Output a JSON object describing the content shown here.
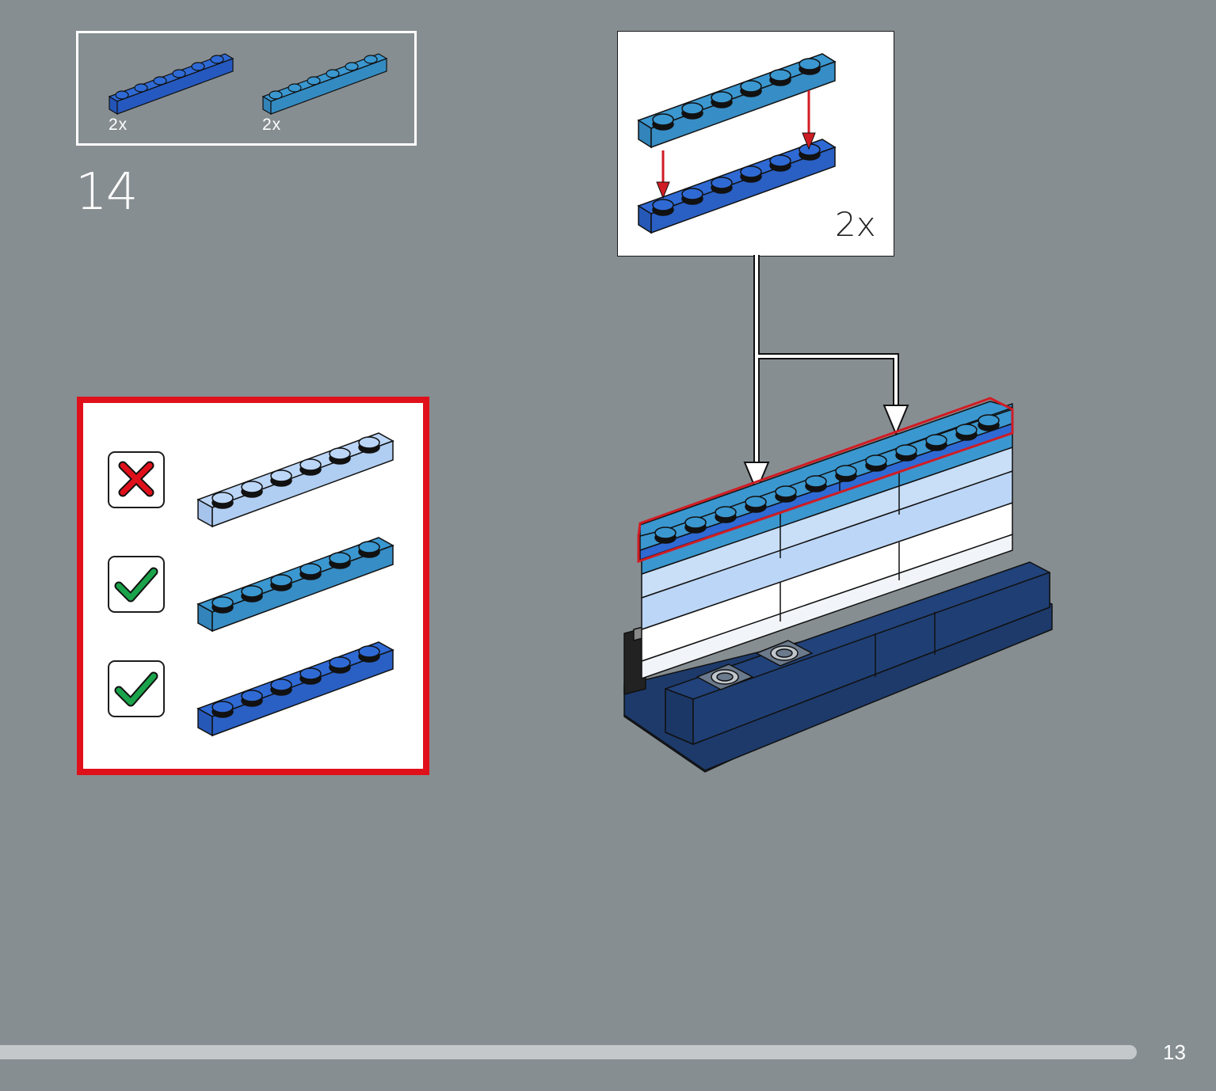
{
  "parts_list": {
    "items": [
      {
        "count": "2x",
        "color": "#2f6ad4",
        "part": "plate-1x6-blue"
      },
      {
        "count": "2x",
        "color": "#3b97cf",
        "part": "plate-1x6-medium-blue"
      }
    ]
  },
  "step": {
    "number": "14"
  },
  "color_check": {
    "rows": [
      {
        "status": "incorrect",
        "icon": "red-cross-icon",
        "plate_color": "#bcd6f7"
      },
      {
        "status": "correct",
        "icon": "green-check-icon",
        "plate_color": "#3b97cf"
      },
      {
        "status": "correct",
        "icon": "green-check-icon",
        "plate_color": "#2f6ad4"
      }
    ],
    "border_color": "#e0101b"
  },
  "callout": {
    "count": "2x",
    "top_plate_color": "#3b97cf",
    "bottom_plate_color": "#2f6ad4"
  },
  "footer": {
    "page_number": "13",
    "progress": 0.935
  },
  "colors": {
    "background": "#878e91",
    "dark_blue": "#1d3a6b",
    "light_blue": "#bcd6f7",
    "medium_blue": "#3b97cf",
    "blue": "#2f6ad4",
    "arrow_red": "#d01c24"
  }
}
